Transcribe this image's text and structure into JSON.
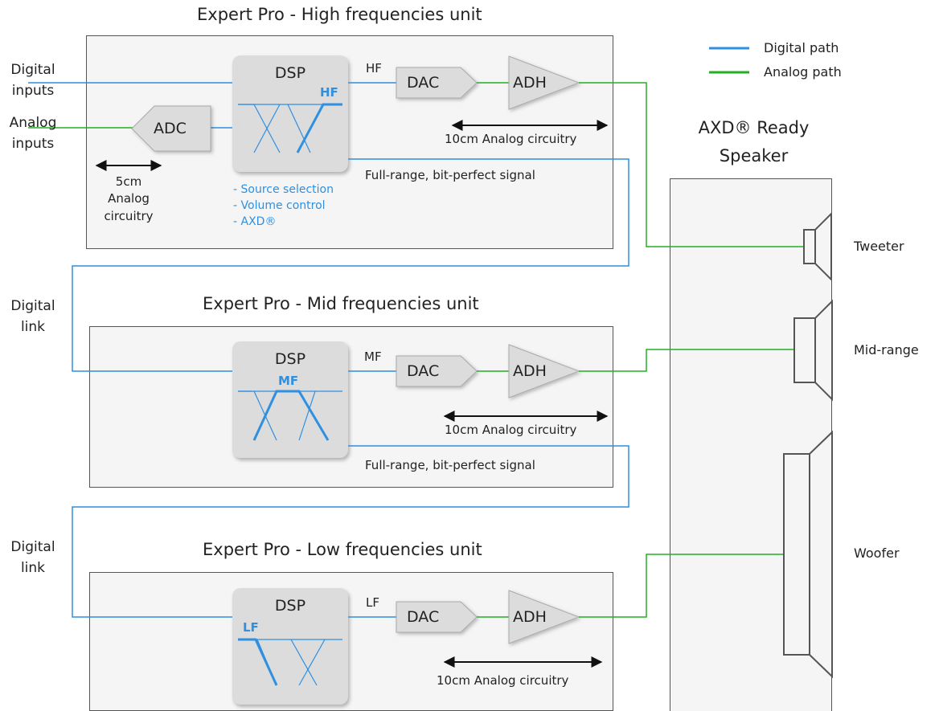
{
  "colors": {
    "digital": "#2f8fe0",
    "analog": "#22b022",
    "box_fill": "#f5f5f5",
    "block_fill": "#dcdcdc",
    "outline": "#555555"
  },
  "legend": {
    "digital": "Digital path",
    "analog": "Analog path"
  },
  "inputs": {
    "digital": "Digital inputs",
    "analog": "Analog inputs"
  },
  "adc": {
    "label": "ADC",
    "distance": "5cm",
    "description": "Analog circuitry"
  },
  "links": [
    {
      "label": "Digital link"
    },
    {
      "label": "Digital link"
    }
  ],
  "speaker": {
    "title": "AXD® Ready Speaker",
    "drivers": [
      "Tweeter",
      "Mid-range",
      "Woofer"
    ]
  },
  "units": [
    {
      "title": "Expert Pro - High frequencies unit",
      "dsp": "DSP",
      "band": "HF",
      "output": "HF",
      "dac": "DAC",
      "adh": "ADH",
      "analog_length": "10cm Analog circuitry",
      "passthrough": "Full-range, bit-perfect signal",
      "features": [
        "Source selection",
        "Volume control",
        "AXD®"
      ]
    },
    {
      "title": "Expert Pro - Mid frequencies unit",
      "dsp": "DSP",
      "band": "MF",
      "output": "MF",
      "dac": "DAC",
      "adh": "ADH",
      "analog_length": "10cm Analog circuitry",
      "passthrough": "Full-range, bit-perfect signal"
    },
    {
      "title": "Expert Pro - Low frequencies unit",
      "dsp": "DSP",
      "band": "LF",
      "output": "LF",
      "dac": "DAC",
      "adh": "ADH",
      "analog_length": "10cm Analog circuitry"
    }
  ]
}
